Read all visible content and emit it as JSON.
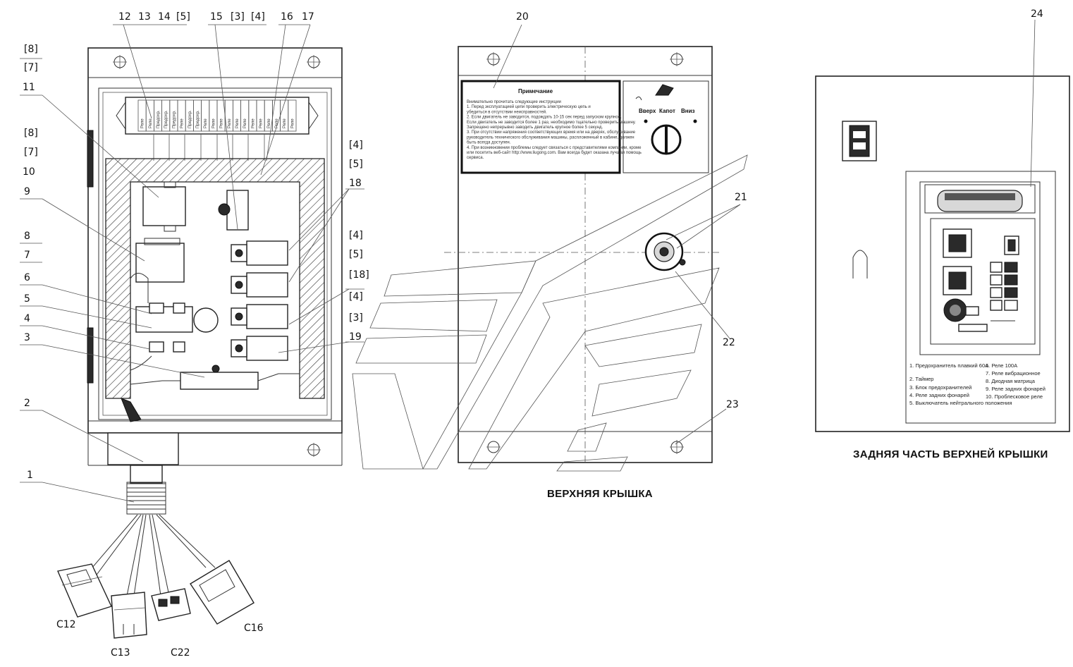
{
  "captions": {
    "top_cover": "ВЕРХНЯЯ КРЫШКА",
    "back_of_top_cover": "ЗАДНЯЯ ЧАСТЬ ВЕРХНЕЙ КРЫШКИ"
  },
  "callouts_left": [
    "1",
    "2",
    "3",
    "4",
    "5",
    "6",
    "7",
    "8",
    "9",
    "11",
    "12",
    "13",
    "14",
    "15",
    "16",
    "17",
    "18",
    "19"
  ],
  "left_part_refs": {
    "top": [
      "12",
      "13",
      "14",
      "[5]",
      "15",
      "[3]",
      "[4]",
      "16",
      "17"
    ],
    "left_column": [
      "[8]",
      "[7]",
      "11",
      "[8]",
      "[7]",
      "10",
      "9",
      "8",
      "7",
      "6",
      "5",
      "4",
      "3",
      "2",
      "1"
    ],
    "right_column": [
      "[4]",
      "[5]",
      "18",
      "[4]",
      "[5]",
      "[18]",
      "[4]",
      "[3]",
      "19"
    ]
  },
  "connectors": [
    "C12",
    "C13",
    "C22",
    "C16"
  ],
  "callouts_middle": [
    "20",
    "21",
    "22",
    "23"
  ],
  "callouts_right": [
    "24"
  ],
  "note_label": {
    "title": "Примечание",
    "lines": [
      "Внимательно прочитать следующие инструкции",
      "1. Перед эксплуатацией цепи проверить электрическую цепь и",
      "убедиться в отсутствии неисправностей.",
      "2. Если двигатель не заводится, подождать 10-15 сек перед запуском крупное.",
      "Если двигатель не заводится более 1 раз, необходимо тщательно проверить машину.",
      "Запрещено непрерывно заводить двигатель крупное более 5 секунд.",
      "3. При отсутствии напряжения соответствующих время или на дверях, обслуживание",
      "руководитель технического обслуживания машины, распложенный в кабине, должен",
      "быть всегда доступен.",
      "4. При возникновении проблемы следует связаться с представителями компании, кроме",
      "или посетить веб-сайт http://www.liugong.com. Вам всегда будет оказана лучшая помощь",
      "сервиса."
    ]
  },
  "switch_labels": {
    "up": "Вверх",
    "hold": "Капот",
    "down": "Вниз"
  },
  "legend": {
    "col1": [
      "1. Предохранитель плавкий 60А",
      "2. Таймер",
      "3. Блок предохранителей",
      "4. Реле задних фонарей",
      "5. Выключатель нейтрального положения"
    ],
    "col2": [
      "6. Реле 100А",
      "7. Реле вибрационное",
      "8. Диодная матрица",
      "9. Реле задних фонарей",
      "10. Проблесковое реле"
    ]
  },
  "fuse_strip_labels": [
    "Реле",
    "Реле",
    "Предохр.",
    "Предохр.",
    "Предохр.",
    "Реле",
    "Предохр.",
    "Предохр.",
    "Реле",
    "Реле",
    "Реле",
    "Реле",
    "Реле",
    "Реле",
    "Реле",
    "Реле",
    "Реле",
    "Реле",
    "Реле",
    "Реле"
  ]
}
